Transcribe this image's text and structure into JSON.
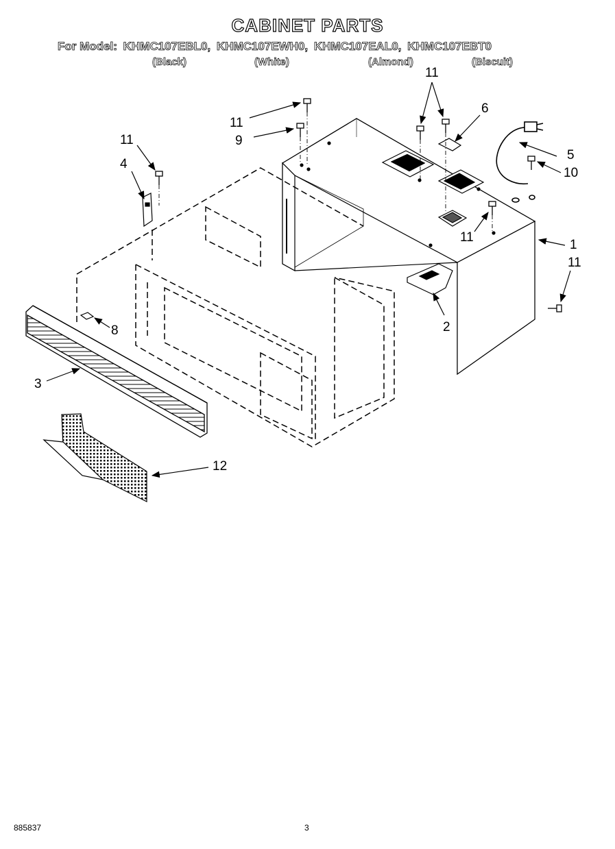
{
  "header": {
    "title": "CABINET PARTS",
    "model_prefix": "For Model:",
    "models": [
      "KHMC107EBL0,",
      "KHMC107EWH0,",
      "KHMC107EAL0,",
      "KHMC107EBT0"
    ],
    "colors": [
      "(Black)",
      "(White)",
      "(Almond)",
      "(Biscuit)"
    ]
  },
  "callouts": {
    "c1": "1",
    "c2": "2",
    "c3": "3",
    "c4": "4",
    "c5": "5",
    "c6": "6",
    "c8": "8",
    "c9": "9",
    "c10": "10",
    "c11a": "11",
    "c11b": "11",
    "c11c": "11",
    "c11d": "11",
    "c11e": "11",
    "c12": "12"
  },
  "footer": {
    "doc_number": "885837",
    "page_number": "3"
  }
}
